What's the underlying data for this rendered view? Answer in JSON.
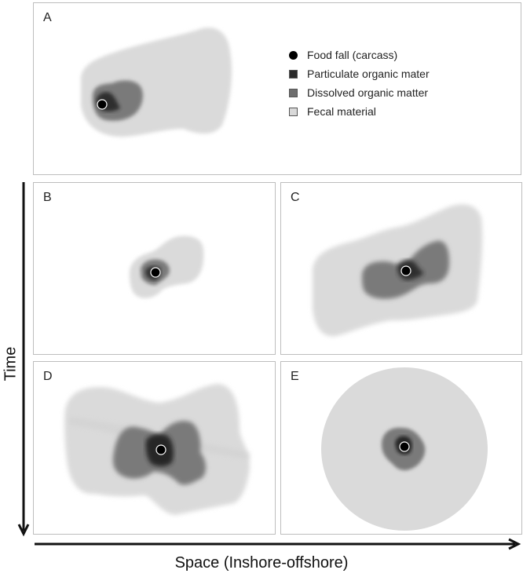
{
  "figure": {
    "panels": [
      {
        "id": "A",
        "label": "A"
      },
      {
        "id": "B",
        "label": "B"
      },
      {
        "id": "C",
        "label": "C"
      },
      {
        "id": "D",
        "label": "D"
      },
      {
        "id": "E",
        "label": "E"
      }
    ],
    "legend": {
      "items": [
        {
          "label": "Food fall (carcass)",
          "color": "#000000",
          "shape": "circle"
        },
        {
          "label": "Particulate organic mater",
          "color": "#2b2b2b",
          "shape": "square"
        },
        {
          "label": "Dissolved organic matter",
          "color": "#6e6e6e",
          "shape": "square"
        },
        {
          "label": "Fecal material",
          "color": "#d9d9d9",
          "shape": "square"
        }
      ]
    },
    "axes": {
      "y_label": "Time",
      "x_label": "Space (Inshore-offshore)"
    },
    "colors": {
      "fecal": "#dadada",
      "dissolved": "#7a7a7a",
      "particulate": "#262626",
      "carcass": "#000000",
      "panel_border": "#bdbdbd"
    }
  }
}
